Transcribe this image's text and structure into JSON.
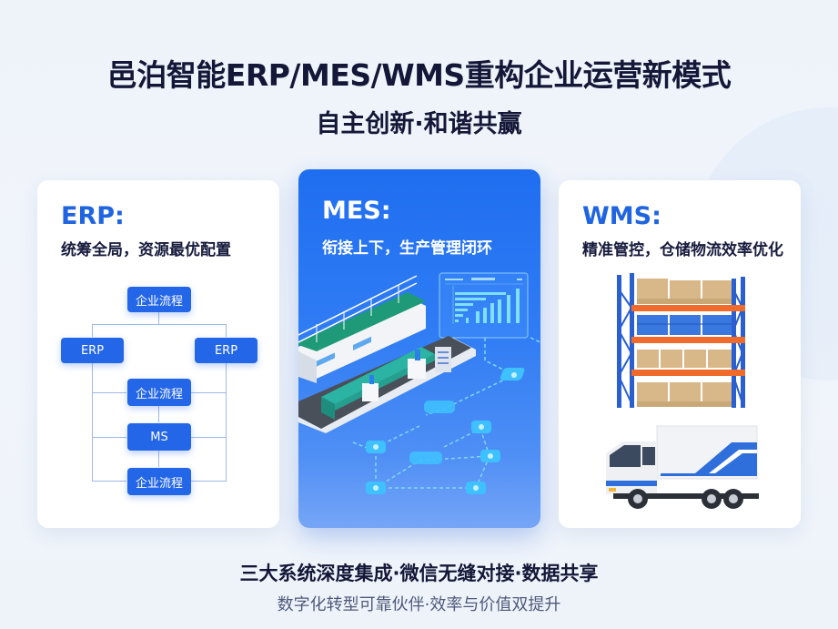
{
  "header": {
    "title": "邑泊智能ERP/MES/WMS重构企业运营新模式",
    "subtitle": "自主创新·和谐共赢"
  },
  "cards": {
    "erp": {
      "heading": "ERP:",
      "description": "统筹全局，资源最优配置",
      "diagram": {
        "top": "企业流程",
        "left": "ERP",
        "right": "ERP",
        "mid1": "企业流程",
        "mid2": "MS",
        "bottom": "企业流程"
      }
    },
    "mes": {
      "heading": "MES:",
      "description": "衔接上下，生产管理闭环",
      "illustration": "isometric-production-line-with-dashboard"
    },
    "wms": {
      "heading": "WMS:",
      "description": "精准管控，仓储物流效率优化",
      "illustration": "warehouse-rack-and-delivery-truck"
    }
  },
  "footer": {
    "main": "三大系统深度集成·微信无缝对接·数据共享",
    "sub": "数字化转型可靠伙伴·效率与价值双提升"
  },
  "colors": {
    "accent_blue": "#1f64e0",
    "mes_card_top": "#1f6ef0",
    "mes_card_bottom": "#76a5f6",
    "title_text": "#141737",
    "sub_text": "#4f5a7a",
    "rack_blue": "#2a5fd0",
    "rack_orange": "#f06a2a"
  }
}
